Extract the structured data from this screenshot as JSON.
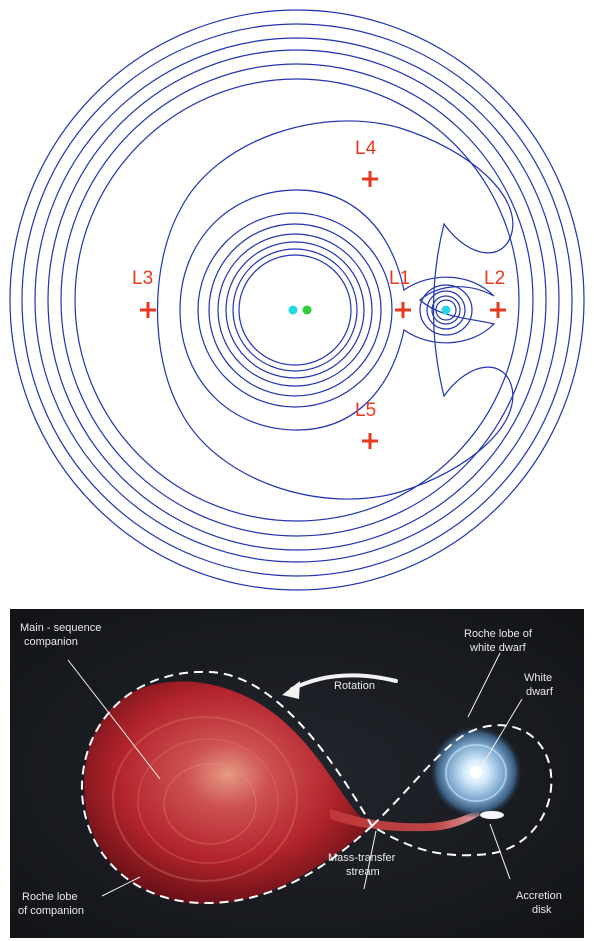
{
  "top_diagram": {
    "lagrange_points": [
      {
        "id": "L1",
        "label": "L1"
      },
      {
        "id": "L2",
        "label": "L2"
      },
      {
        "id": "L3",
        "label": "L3"
      },
      {
        "id": "L4",
        "label": "L4"
      },
      {
        "id": "L5",
        "label": "L5"
      }
    ],
    "colors": {
      "contour": "#2233b0",
      "lagrange": "#e8391f",
      "primary_star": "#26d7e6",
      "center_of_mass": "#2fcf3a",
      "secondary_star": "#26d7e6"
    }
  },
  "bottom_illustration": {
    "labels": {
      "companion": [
        "Main - sequence",
        "companion"
      ],
      "rotation": "Rotation",
      "white_dwarf_lobe": [
        "Roche lobe of",
        "white dwarf"
      ],
      "white_dwarf": [
        "White",
        "dwarf"
      ],
      "stream": [
        "Mass-transfer",
        "stream"
      ],
      "companion_lobe": [
        "Roche lobe",
        "of companion"
      ],
      "accretion_disk": [
        "Accretion",
        "disk"
      ]
    },
    "colors": {
      "background": "#15171d",
      "companion_star": "#b3242c",
      "white_dwarf_glow": "#9fc8ea",
      "lobe_outline": "#ffffff"
    }
  }
}
